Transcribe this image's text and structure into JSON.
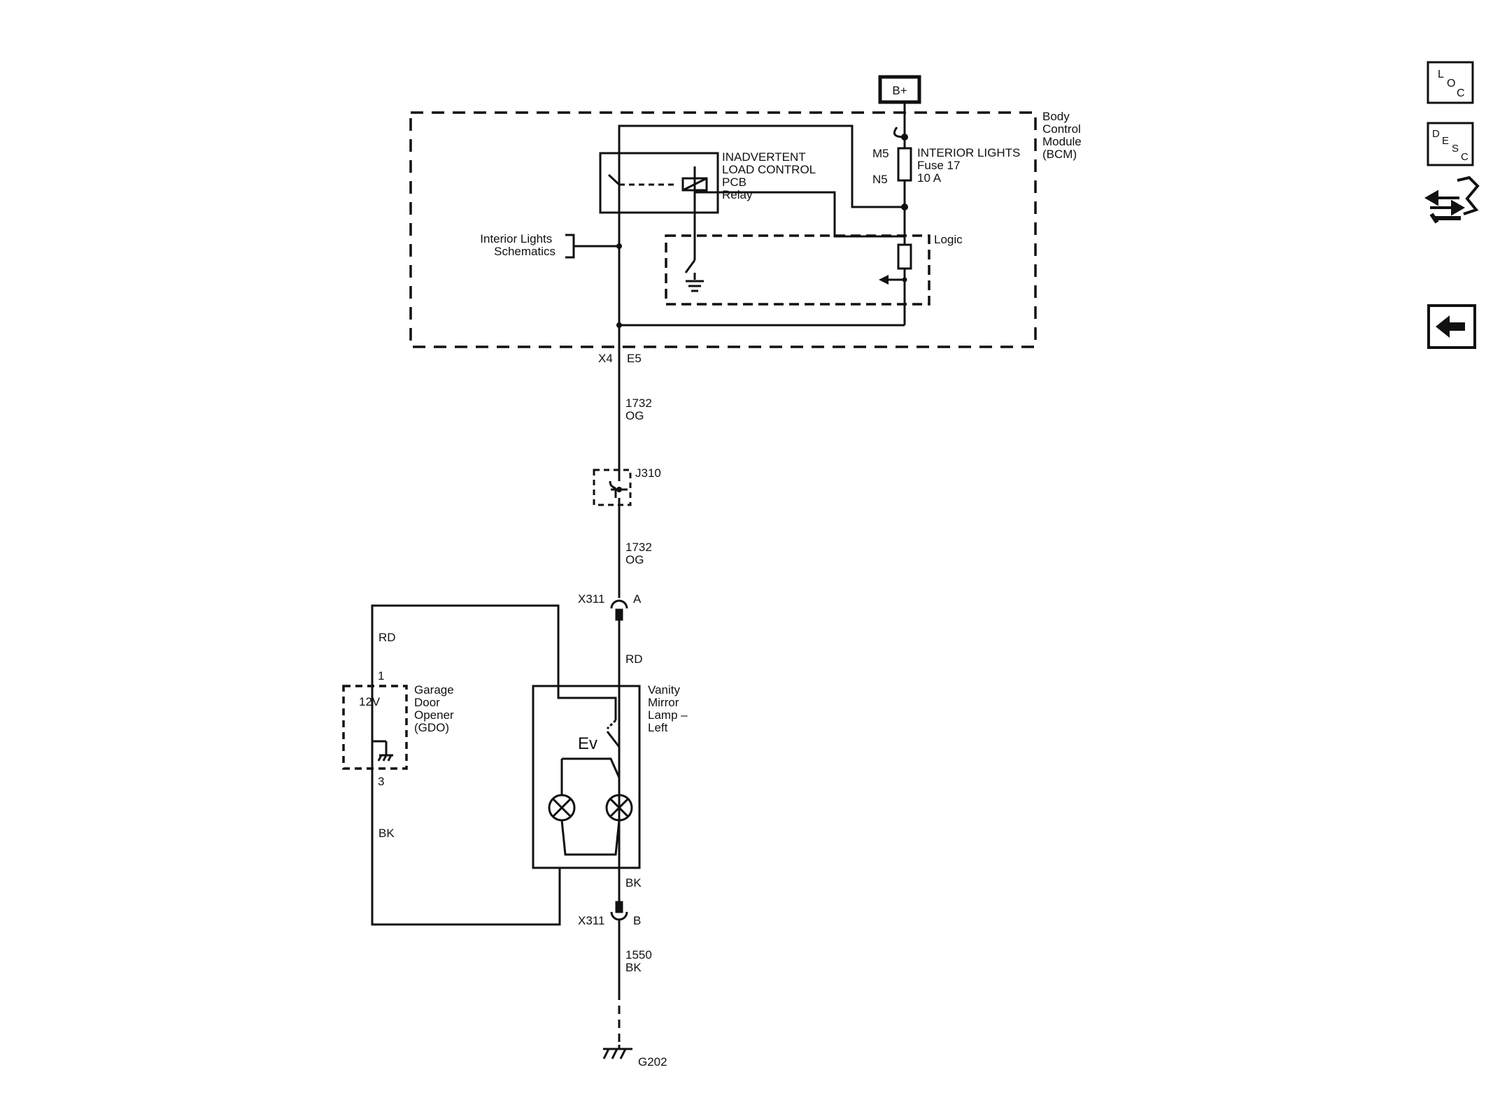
{
  "supply": {
    "bplus": "B+"
  },
  "bcm": {
    "title_lines": [
      "Body",
      "Control",
      "Module",
      "(BCM)"
    ],
    "relay_lines": [
      "INADVERTENT",
      "LOAD CONTROL",
      "PCB",
      "Relay"
    ],
    "fuse_lines": [
      "INTERIOR LIGHTS",
      "Fuse 17",
      "10 A"
    ],
    "fuse_in_pin": "M5",
    "fuse_out_pin": "N5",
    "logic_label": "Logic",
    "schematic_ref_lines": [
      "Interior Lights",
      "Schematics"
    ],
    "connector": "X4",
    "pin": "E5"
  },
  "wires": {
    "w1": [
      "1732",
      "OG"
    ],
    "w2": [
      "1732",
      "OG"
    ],
    "rd_vertical": "RD",
    "rd_gdo": "RD",
    "bk_lamp": "BK",
    "bk_gdo": "BK",
    "w3": [
      "1550",
      "BK"
    ]
  },
  "splice": {
    "label": "J310"
  },
  "connector_x311": {
    "top_name": "X311",
    "top_pin": "A",
    "bottom_name": "X311",
    "bottom_pin": "B"
  },
  "gdo": {
    "pin_top": "1",
    "pin_bottom": "3",
    "voltage": "12V",
    "lines": [
      "Garage",
      "Door",
      "Opener",
      "(GDO)"
    ]
  },
  "vanity": {
    "lines": [
      "Vanity",
      "Mirror",
      "Lamp –",
      "Left"
    ],
    "switch_label": "Ev"
  },
  "ground": {
    "label": "G202"
  },
  "nav": {
    "loc_letters": [
      "L",
      "O",
      "C"
    ],
    "desc_letters": [
      "D",
      "E",
      "S",
      "C"
    ]
  }
}
